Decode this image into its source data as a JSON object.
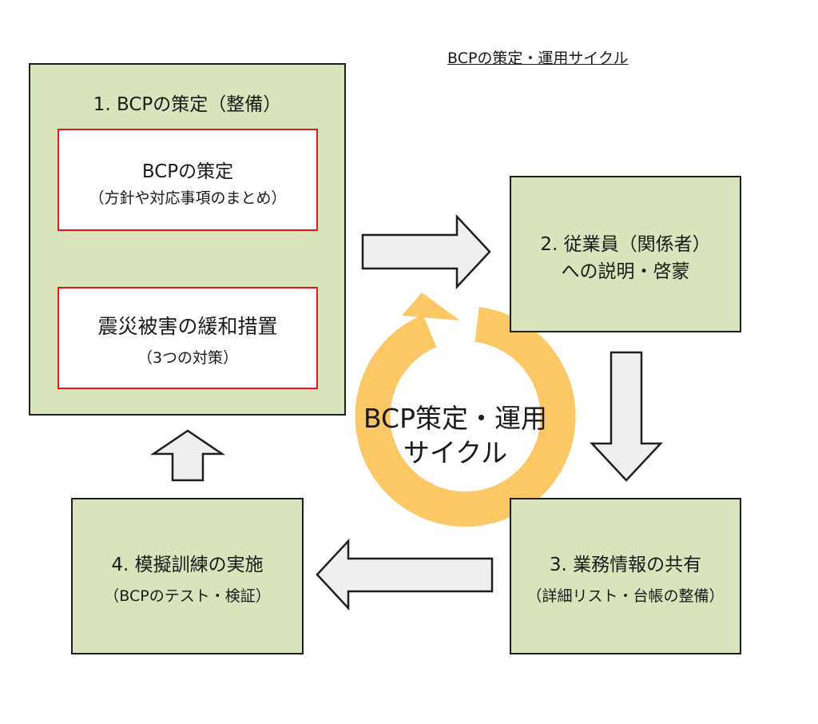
{
  "title": "BCPの策定・運用サイクル",
  "step1": {
    "title": "1. BCPの策定（整備）",
    "inner_top": {
      "main": "BCPの策定",
      "sub": "（方針や対応事項のまとめ）"
    },
    "inner_bottom": {
      "main": "震災被害の緩和措置",
      "sub": "（3つの対策）"
    }
  },
  "step2": {
    "line1": "2. 従業員（関係者）",
    "line2": "への説明・啓蒙"
  },
  "step3": {
    "label": "3. 業務情報の共有",
    "sub": "（詳細リスト・台帳の整備）"
  },
  "step4": {
    "label": "4. 模擬訓練の実施",
    "sub": "（BCPのテスト・検証）"
  },
  "cycle": {
    "line1": "BCP策定・運用",
    "line2": "サイクル"
  },
  "colors": {
    "box_fill": "#d8e4bc",
    "inner_border": "#e8141a",
    "inner_arrow_fill": "#ffff7a",
    "inner_arrow_stroke": "#e8141a",
    "flow_arrow_fill": "#efefef",
    "cycle_ring": "#fcc865"
  }
}
